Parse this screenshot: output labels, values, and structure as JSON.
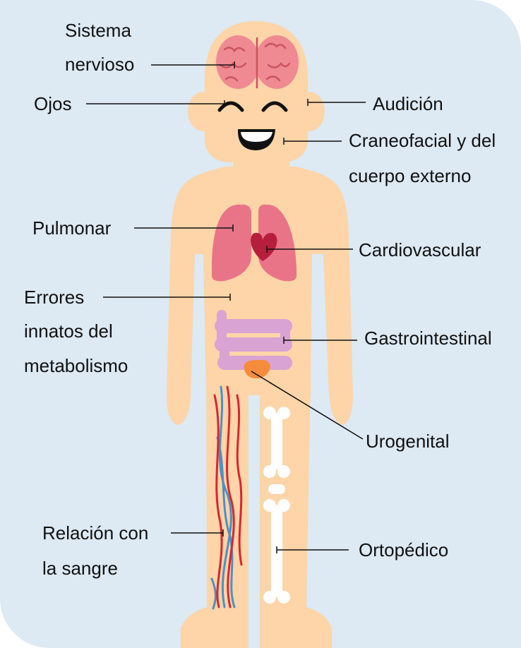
{
  "colors": {
    "background": "#dde9f3",
    "skin": "#fdd5a8",
    "brain": "#f08a92",
    "lungs": "#e97488",
    "heart": "#b51f3b",
    "intestine": "#d9a3d3",
    "bladder": "#f58c3b",
    "artery": "#d8262f",
    "vein": "#4e8fc6",
    "bone": "#ffffff",
    "leader": "#111111"
  },
  "labels": {
    "nervous_line1": "Sistema",
    "nervous_line2": "nervioso",
    "eyes": "Ojos",
    "hearing": "Audición",
    "craniofacial_line1": "Craneofacial y del",
    "craniofacial_line2": "cuerpo externo",
    "pulmonary": "Pulmonar",
    "cardio": "Cardiovascular",
    "metabolism_line1": "Errores",
    "metabolism_line2": "innatos del",
    "metabolism_line3": "metabolismo",
    "gastro": "Gastrointestinal",
    "urogenital": "Urogenital",
    "blood_line1": "Relación con",
    "blood_line2": "la sangre",
    "ortho": "Ortopédico"
  }
}
